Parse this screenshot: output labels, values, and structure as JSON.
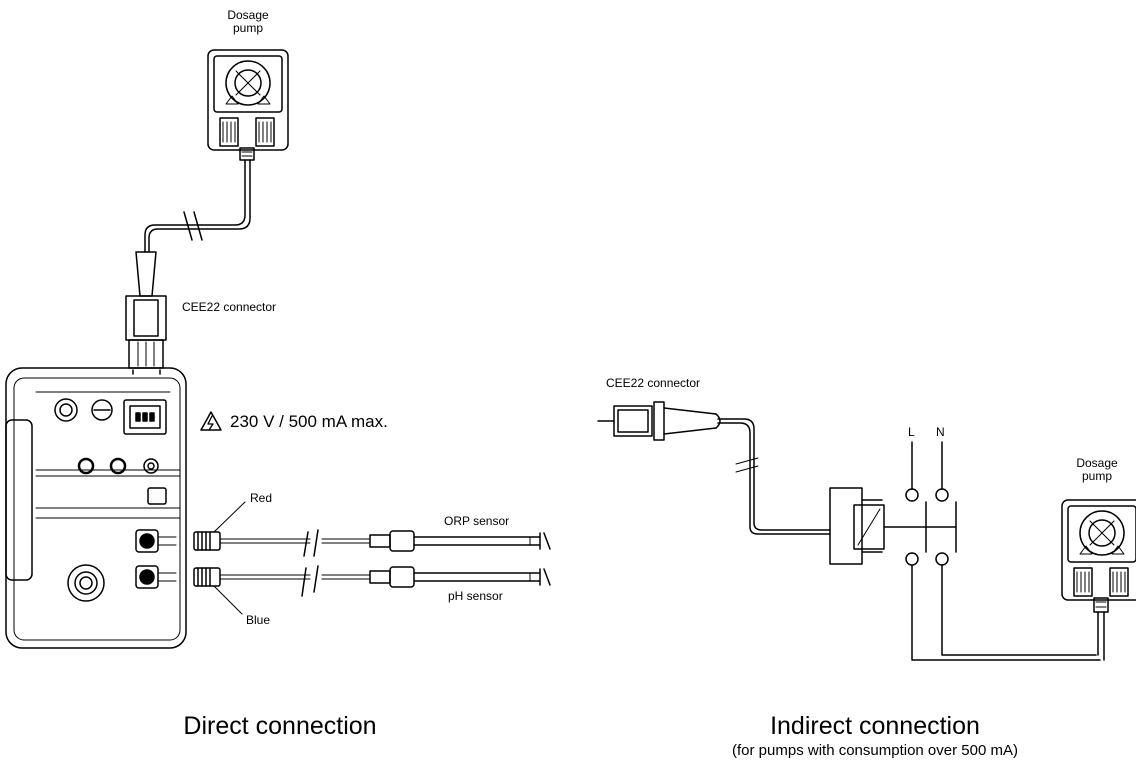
{
  "labels": {
    "pump_left_line1": "Dosage",
    "pump_left_line2": "pump",
    "cee22_left": "CEE22 connector",
    "warning": "230 V / 500 mA max.",
    "red": "Red",
    "blue": "Blue",
    "orp_sensor": "ORP sensor",
    "ph_sensor": "pH sensor",
    "cee22_right": "CEE22 connector",
    "l": "L",
    "n": "N",
    "pump_right_line1": "Dosage",
    "pump_right_line2": "pump"
  },
  "captions": {
    "direct": "Direct connection",
    "indirect": "Indirect connection",
    "indirect_note": "(for pumps with consumption over 500 mA)"
  }
}
